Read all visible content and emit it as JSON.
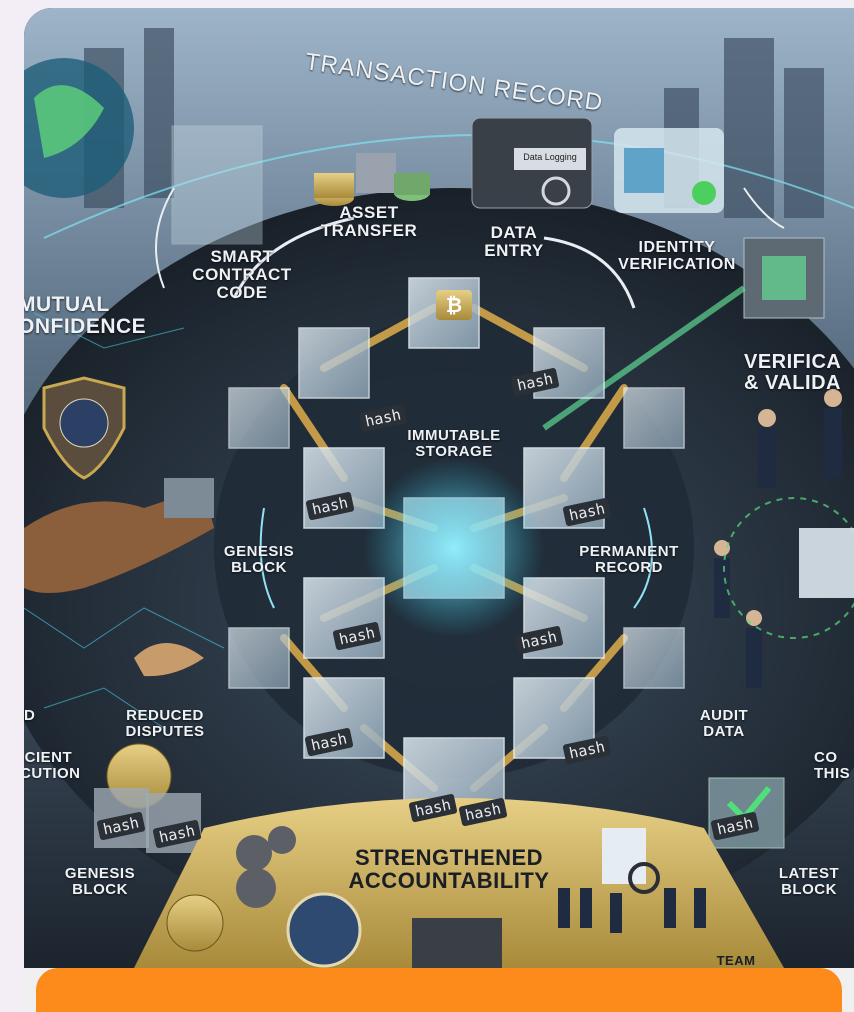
{
  "header": {
    "title": "TRANSACTION RECORD"
  },
  "top_items": [
    {
      "label": "SMART\nCONTRACT\nCODE"
    },
    {
      "label": "ASSET\nTRANSFER"
    },
    {
      "label": "DATA\nENTRY"
    },
    {
      "label": "IDENTITY\nVERIFICATION"
    }
  ],
  "panel_text": {
    "data_logging": "Data Logging"
  },
  "left_labels": {
    "mutual": "MUTUAL\nONFIDENCE",
    "reduced": "REDUCED\nDISPUTES",
    "efficient": "ICIENT\nCUTION",
    "d": "D",
    "genesis_bottom": "GENESIS\nBLOCK"
  },
  "center_labels": {
    "immutable": "IMMUTABLE\nSTORAGE",
    "genesis": "GENESIS\nBLOCK",
    "permanent": "PERMANENT\nRECORD"
  },
  "right_labels": {
    "verify": "VERIFICA\n& VALIDA",
    "audit": "AUDIT\nDATA",
    "co": "CO\nTHIS",
    "latest": "LATEST\nBLOCK"
  },
  "bottom": {
    "strengthened": "STRENGTHENED\nACCOUNTABILITY",
    "team": "TEAM"
  },
  "hash_label": "hash",
  "colors": {
    "accent": "#fc8b1c",
    "glow": "#3fd8f0",
    "green": "#59e07a",
    "gold": "#c9a94f"
  }
}
